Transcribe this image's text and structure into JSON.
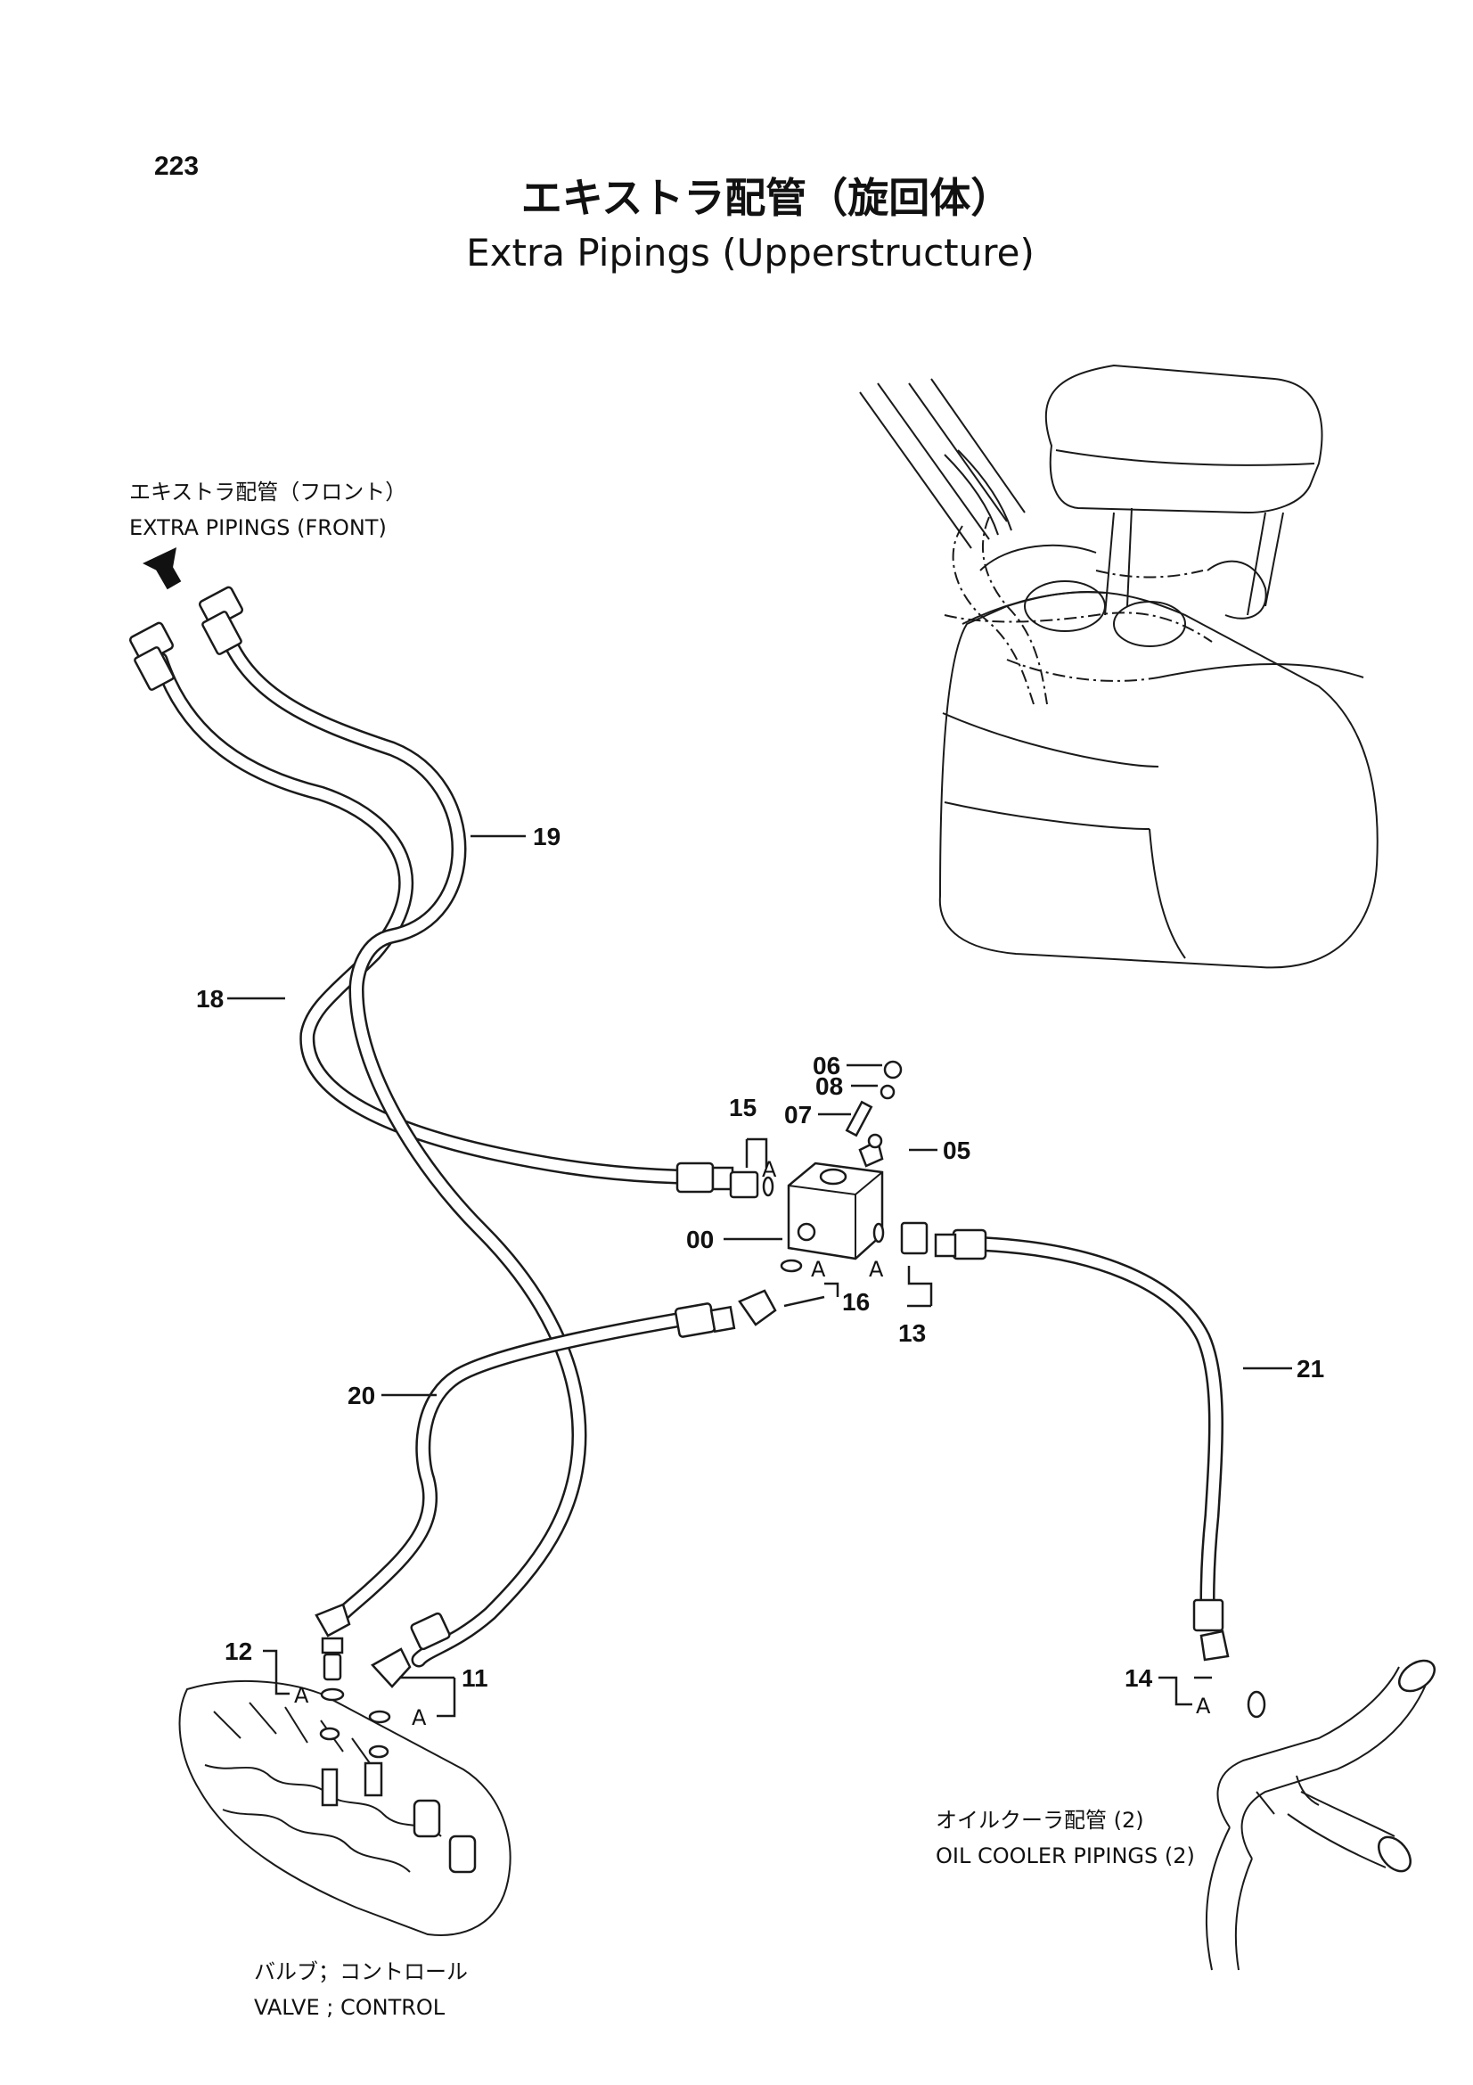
{
  "page_number": "223",
  "title": {
    "japanese": "エキストラ配管（旋回体）",
    "english": "Extra Pipings (Upperstructure)"
  },
  "annotations": {
    "front_jp": "エキストラ配管（フロント）",
    "front_en": "EXTRA  PIPINGS (FRONT)",
    "cooler_jp": "オイルクーラ配管 (2)",
    "cooler_en": "OIL COOLER  PIPINGS (2)",
    "valve_jp": "バルブ；コントロール",
    "valve_en": "VALVE ; CONTROL"
  },
  "parts": {
    "p00": "00",
    "p05": "05",
    "p06": "06",
    "p07": "07",
    "p08": "08",
    "p11": "11",
    "p12": "12",
    "p13": "13",
    "p14": "14",
    "p15": "15",
    "p16": "16",
    "p18": "18",
    "p19": "19",
    "p20": "20",
    "p21": "21"
  },
  "group_letter": "A"
}
